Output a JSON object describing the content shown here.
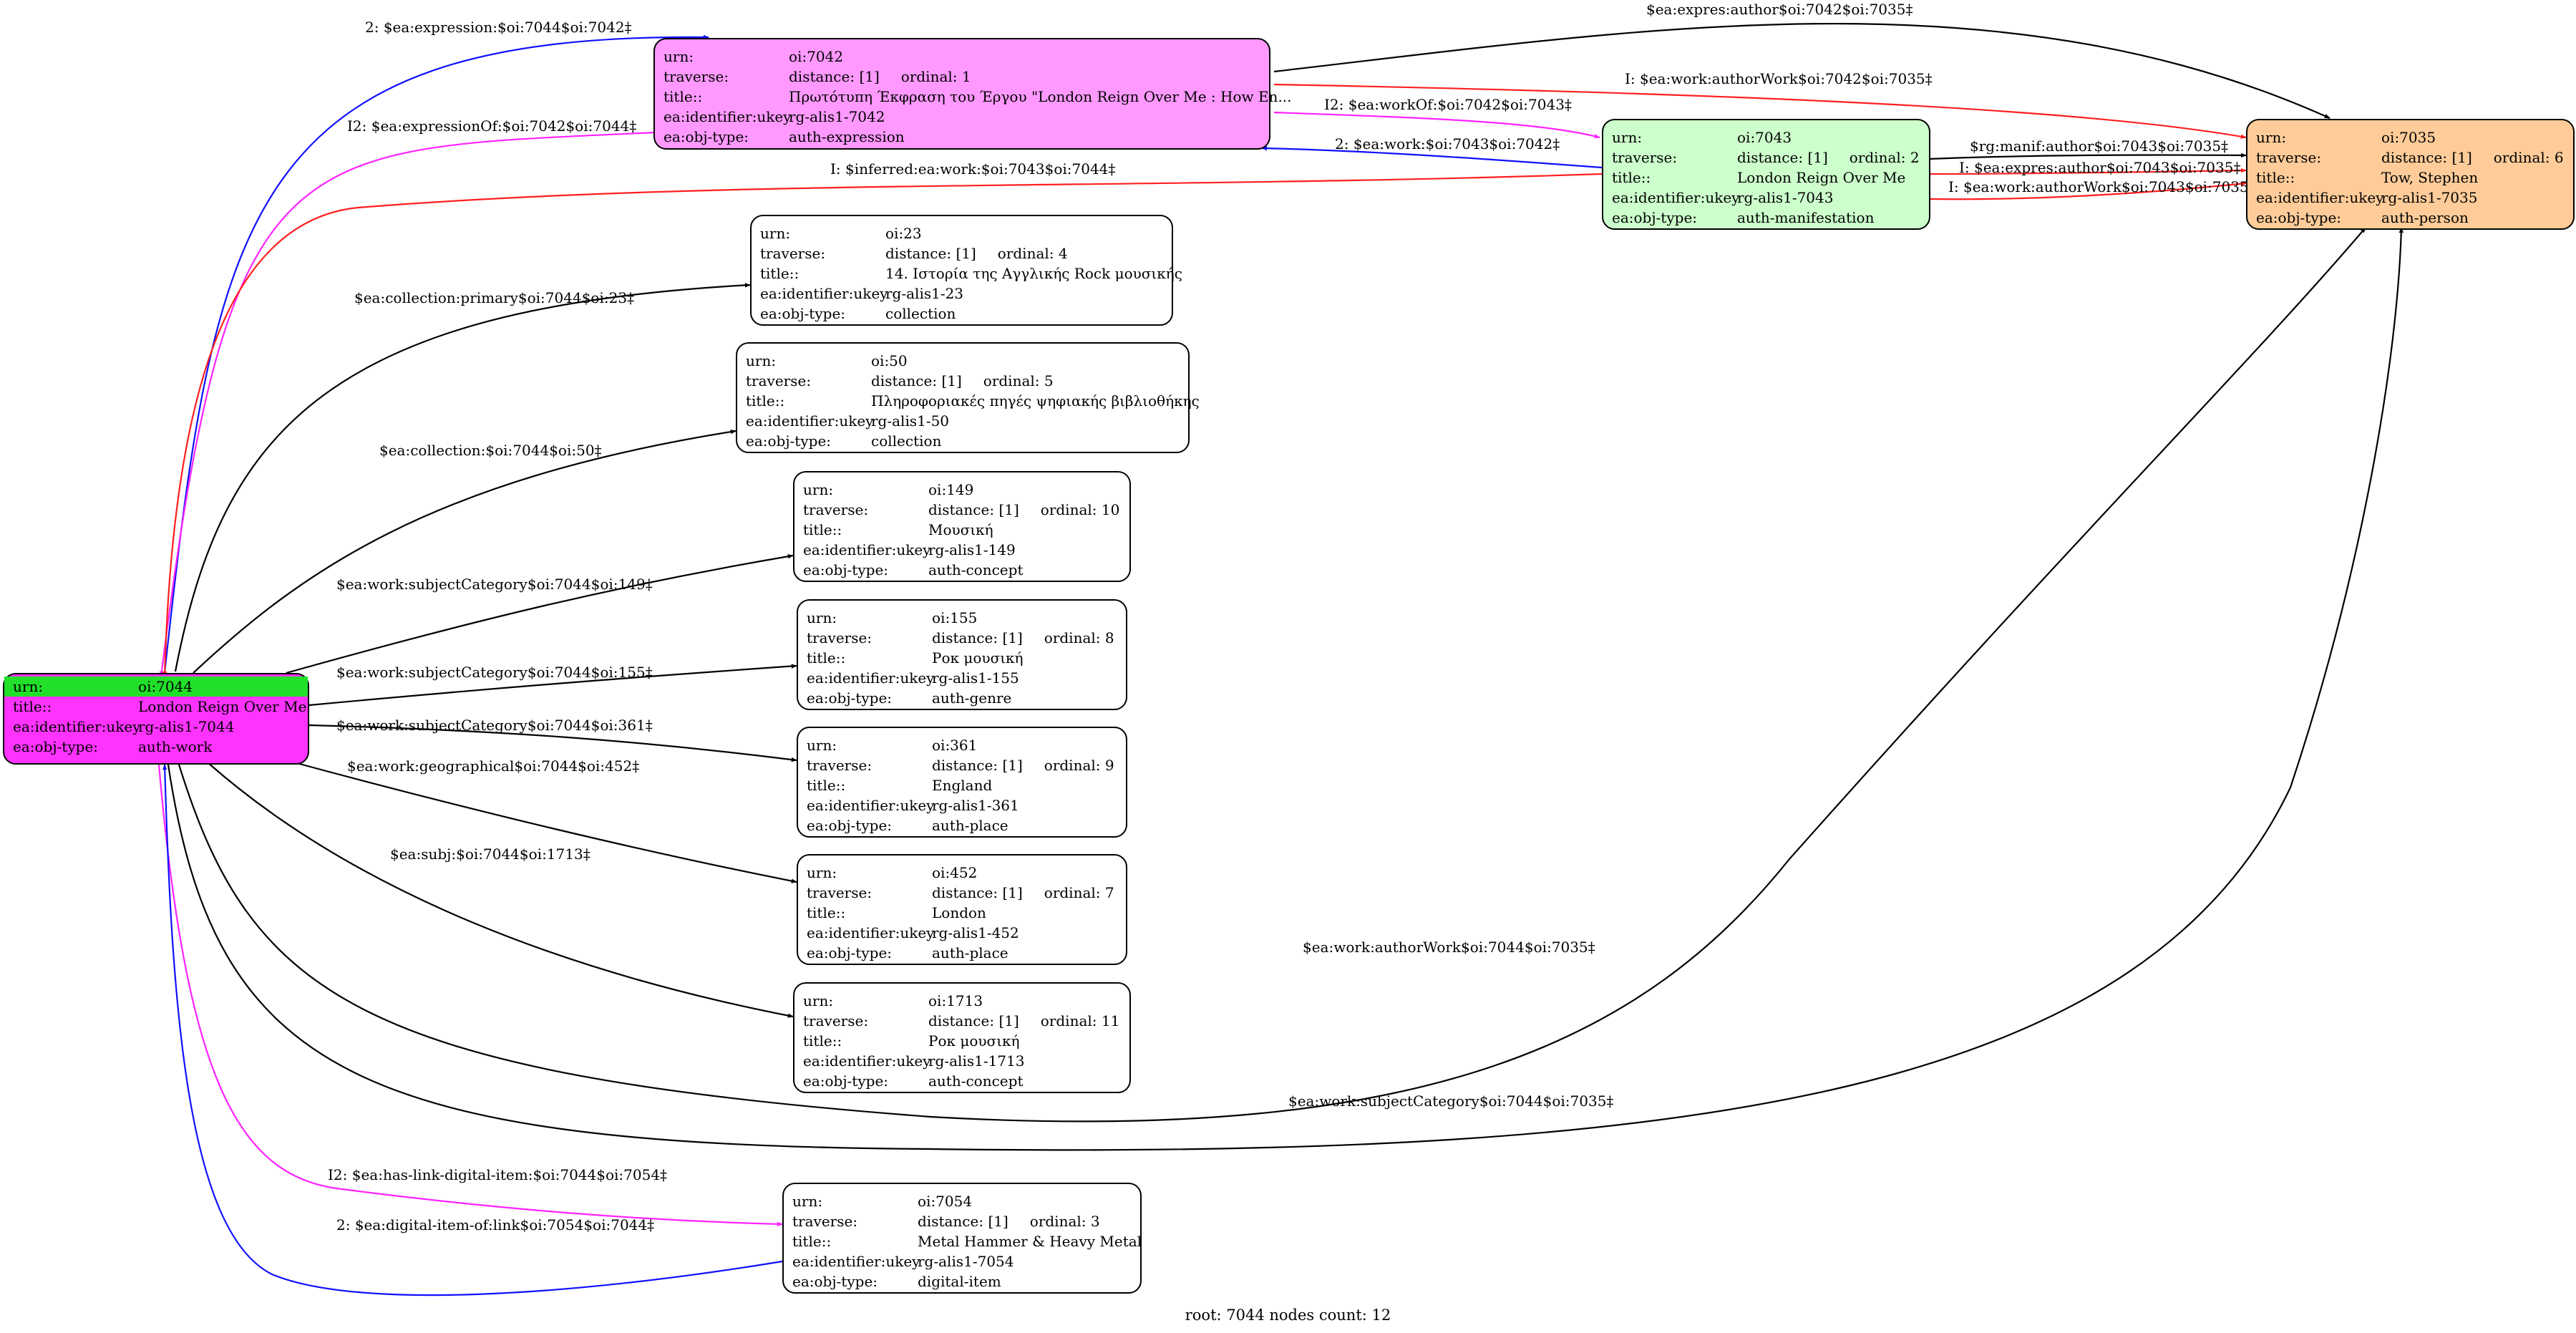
{
  "colors": {
    "black": "#000000",
    "blue": "#1010ff",
    "red": "#ff2020",
    "magenta": "#ff22ff",
    "root_fill": "#ff33ff",
    "root_highlight": "#22e02a",
    "expression_fill": "#ff99ff",
    "manifestation_fill": "#ccffcc",
    "person_fill": "#ffcc99",
    "plain_fill": "#ffffff"
  },
  "nodes": {
    "n7042": {
      "fill": "#ff99ff",
      "rows": [
        [
          "urn:",
          "oi:7042",
          ""
        ],
        [
          "traverse:",
          "distance: [1]",
          "ordinal: 1"
        ],
        [
          "title::",
          "Πρωτότυπη Έκφραση του Έργου \"London Reign Over Me : How En...",
          ""
        ],
        [
          "ea:identifier:ukey",
          "rg-alis1-7042",
          ""
        ],
        [
          "ea:obj-type:",
          "auth-expression",
          ""
        ]
      ]
    },
    "n7043": {
      "fill": "#ccffcc",
      "rows": [
        [
          "urn:",
          "oi:7043",
          ""
        ],
        [
          "traverse:",
          "distance: [1]",
          "ordinal: 2"
        ],
        [
          "title::",
          "London Reign Over Me",
          ""
        ],
        [
          "ea:identifier:ukey",
          "rg-alis1-7043",
          ""
        ],
        [
          "ea:obj-type:",
          "auth-manifestation",
          ""
        ]
      ]
    },
    "n7035": {
      "fill": "#ffcc99",
      "rows": [
        [
          "urn:",
          "oi:7035",
          ""
        ],
        [
          "traverse:",
          "distance: [1]",
          "ordinal: 6"
        ],
        [
          "title::",
          "Tow, Stephen",
          ""
        ],
        [
          "ea:identifier:ukey",
          "rg-alis1-7035",
          ""
        ],
        [
          "ea:obj-type:",
          "auth-person",
          ""
        ]
      ]
    },
    "n23": {
      "fill": "#ffffff",
      "rows": [
        [
          "urn:",
          "oi:23",
          ""
        ],
        [
          "traverse:",
          "distance: [1]",
          "ordinal: 4"
        ],
        [
          "title::",
          "14. Ιστορία της Αγγλικής Rock μουσικής",
          ""
        ],
        [
          "ea:identifier:ukey",
          "rg-alis1-23",
          ""
        ],
        [
          "ea:obj-type:",
          "collection",
          ""
        ]
      ]
    },
    "n50": {
      "fill": "#ffffff",
      "rows": [
        [
          "urn:",
          "oi:50",
          ""
        ],
        [
          "traverse:",
          "distance: [1]",
          "ordinal: 5"
        ],
        [
          "title::",
          "Πληροφοριακές πηγές ψηφιακής βιβλιοθήκης",
          ""
        ],
        [
          "ea:identifier:ukey",
          "rg-alis1-50",
          ""
        ],
        [
          "ea:obj-type:",
          "collection",
          ""
        ]
      ]
    },
    "n149": {
      "fill": "#ffffff",
      "rows": [
        [
          "urn:",
          "oi:149",
          ""
        ],
        [
          "traverse:",
          "distance: [1]",
          "ordinal: 10"
        ],
        [
          "title::",
          "Μουσική",
          ""
        ],
        [
          "ea:identifier:ukey",
          "rg-alis1-149",
          ""
        ],
        [
          "ea:obj-type:",
          "auth-concept",
          ""
        ]
      ]
    },
    "n155": {
      "fill": "#ffffff",
      "rows": [
        [
          "urn:",
          "oi:155",
          ""
        ],
        [
          "traverse:",
          "distance: [1]",
          "ordinal: 8"
        ],
        [
          "title::",
          "Ροκ μουσική",
          ""
        ],
        [
          "ea:identifier:ukey",
          "rg-alis1-155",
          ""
        ],
        [
          "ea:obj-type:",
          "auth-genre",
          ""
        ]
      ]
    },
    "n361": {
      "fill": "#ffffff",
      "rows": [
        [
          "urn:",
          "oi:361",
          ""
        ],
        [
          "traverse:",
          "distance: [1]",
          "ordinal: 9"
        ],
        [
          "title::",
          "England",
          ""
        ],
        [
          "ea:identifier:ukey",
          "rg-alis1-361",
          ""
        ],
        [
          "ea:obj-type:",
          "auth-place",
          ""
        ]
      ]
    },
    "n452": {
      "fill": "#ffffff",
      "rows": [
        [
          "urn:",
          "oi:452",
          ""
        ],
        [
          "traverse:",
          "distance: [1]",
          "ordinal: 7"
        ],
        [
          "title::",
          "London",
          ""
        ],
        [
          "ea:identifier:ukey",
          "rg-alis1-452",
          ""
        ],
        [
          "ea:obj-type:",
          "auth-place",
          ""
        ]
      ]
    },
    "n1713": {
      "fill": "#ffffff",
      "rows": [
        [
          "urn:",
          "oi:1713",
          ""
        ],
        [
          "traverse:",
          "distance: [1]",
          "ordinal: 11"
        ],
        [
          "title::",
          "Ροκ μουσική",
          ""
        ],
        [
          "ea:identifier:ukey",
          "rg-alis1-1713",
          ""
        ],
        [
          "ea:obj-type:",
          "auth-concept",
          ""
        ]
      ]
    },
    "n7054": {
      "fill": "#ffffff",
      "rows": [
        [
          "urn:",
          "oi:7054",
          ""
        ],
        [
          "traverse:",
          "distance: [1]",
          "ordinal: 3"
        ],
        [
          "title::",
          "Metal Hammer & Heavy Metal",
          ""
        ],
        [
          "ea:identifier:ukey",
          "rg-alis1-7054",
          ""
        ],
        [
          "ea:obj-type:",
          "digital-item",
          ""
        ]
      ]
    },
    "n7044": {
      "fill": "#ff33ff",
      "rows": [
        [
          "urn:",
          "oi:7044",
          ""
        ],
        [
          "title::",
          "London Reign Over Me",
          ""
        ],
        [
          "ea:identifier:ukey",
          "rg-alis1-7044",
          ""
        ],
        [
          "ea:obj-type:",
          "auth-work",
          ""
        ]
      ]
    }
  },
  "edges": {
    "e1": {
      "label": "2: $ea:expression:$oi:7044$oi:7042‡",
      "color": "#1010ff"
    },
    "e2": {
      "label": "I2: $ea:expressionOf:$oi:7042$oi:7044‡",
      "color": "#ff22ff"
    },
    "e3": {
      "label": "$ea:expres:author$oi:7042$oi:7035‡",
      "color": "#000000"
    },
    "e4": {
      "label": "I: $ea:work:authorWork$oi:7042$oi:7035‡",
      "color": "#ff2020"
    },
    "e5": {
      "label": "I2: $ea:workOf:$oi:7042$oi:7043‡",
      "color": "#ff22ff"
    },
    "e6": {
      "label": "2: $ea:work:$oi:7043$oi:7042‡",
      "color": "#1010ff"
    },
    "e7": {
      "label": "I: $inferred:ea:work:$oi:7043$oi:7044‡",
      "color": "#ff2020"
    },
    "e8": {
      "label": "$rg:manif:author$oi:7043$oi:7035‡",
      "color": "#000000"
    },
    "e9": {
      "label": "I: $ea:expres:author$oi:7043$oi:7035‡",
      "color": "#ff2020"
    },
    "e10": {
      "label": "I: $ea:work:authorWork$oi:7043$oi:7035‡",
      "color": "#ff2020"
    },
    "e11": {
      "label": "$ea:collection:primary$oi:7044$oi:23‡",
      "color": "#000000"
    },
    "e12": {
      "label": "$ea:collection:$oi:7044$oi:50‡",
      "color": "#000000"
    },
    "e13": {
      "label": "$ea:work:subjectCategory$oi:7044$oi:149‡",
      "color": "#000000"
    },
    "e14": {
      "label": "$ea:work:subjectCategory$oi:7044$oi:155‡",
      "color": "#000000"
    },
    "e15": {
      "label": "$ea:work:subjectCategory$oi:7044$oi:361‡",
      "color": "#000000"
    },
    "e16": {
      "label": "$ea:work:geographical$oi:7044$oi:452‡",
      "color": "#000000"
    },
    "e17": {
      "label": "$ea:subj:$oi:7044$oi:1713‡",
      "color": "#000000"
    },
    "e18": {
      "label": "$ea:work:authorWork$oi:7044$oi:7035‡",
      "color": "#000000"
    },
    "e19": {
      "label": "$ea:work:subjectCategory$oi:7044$oi:7035‡",
      "color": "#000000"
    },
    "e20": {
      "label": "I2: $ea:has-link-digital-item:$oi:7044$oi:7054‡",
      "color": "#ff22ff"
    },
    "e21": {
      "label": "2: $ea:digital-item-of:link$oi:7054$oi:7044‡",
      "color": "#1010ff"
    }
  },
  "footer": "root: 7044 nodes count: 12"
}
